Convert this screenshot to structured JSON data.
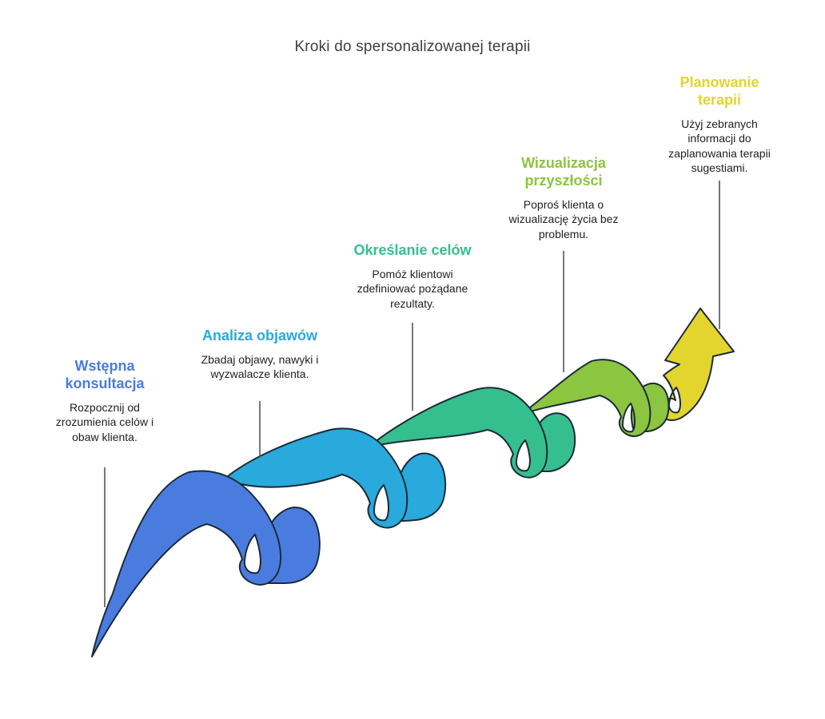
{
  "title": "Kroki do spersonalizowanej terapii",
  "colors": {
    "background": "#ffffff",
    "outline": "#1c2b39",
    "connector": "#4a4a4a",
    "body_text": "#212121",
    "title_text": "#3c4043"
  },
  "steps": [
    {
      "heading": "Wstępna konsultacja",
      "description": "Rozpocznij od zrozumienia celów i obaw klienta.",
      "color": "#4a7ce0"
    },
    {
      "heading": "Analiza objawów",
      "description": "Zbadaj objawy, nawyki i wyzwalacze klienta.",
      "color": "#29a9dc"
    },
    {
      "heading": "Określanie celów",
      "description": "Pomóż klientowi zdefiniować pożądane rezultaty.",
      "color": "#36bf8e"
    },
    {
      "heading": "Wizualizacja przyszłości",
      "description": "Poproś klienta o wizualizację życia bez problemu.",
      "color": "#8cc540"
    },
    {
      "heading": "Planowanie terapii",
      "description": "Użyj zebranych informacji do zaplanowania terapii sugestiami.",
      "color": "#e3d52e"
    }
  ]
}
